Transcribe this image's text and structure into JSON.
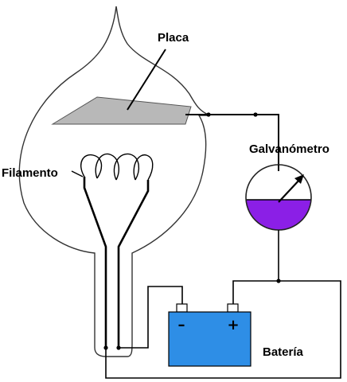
{
  "labels": {
    "plate": "Placa",
    "filament": "Filamento",
    "galvanometer": "Galvanómetro",
    "battery": "Batería"
  },
  "battery_terminals": {
    "negative": "–",
    "positive": "+"
  },
  "colors": {
    "plate_fill": "#b8b8b8",
    "battery_fill": "#2e8ee6",
    "galvanometer_fill": "#8b1fe6",
    "wire": "#000000",
    "bulb_outline": "#333333"
  },
  "icons": {
    "galvanometer_needle": "arrow-needle-icon"
  }
}
